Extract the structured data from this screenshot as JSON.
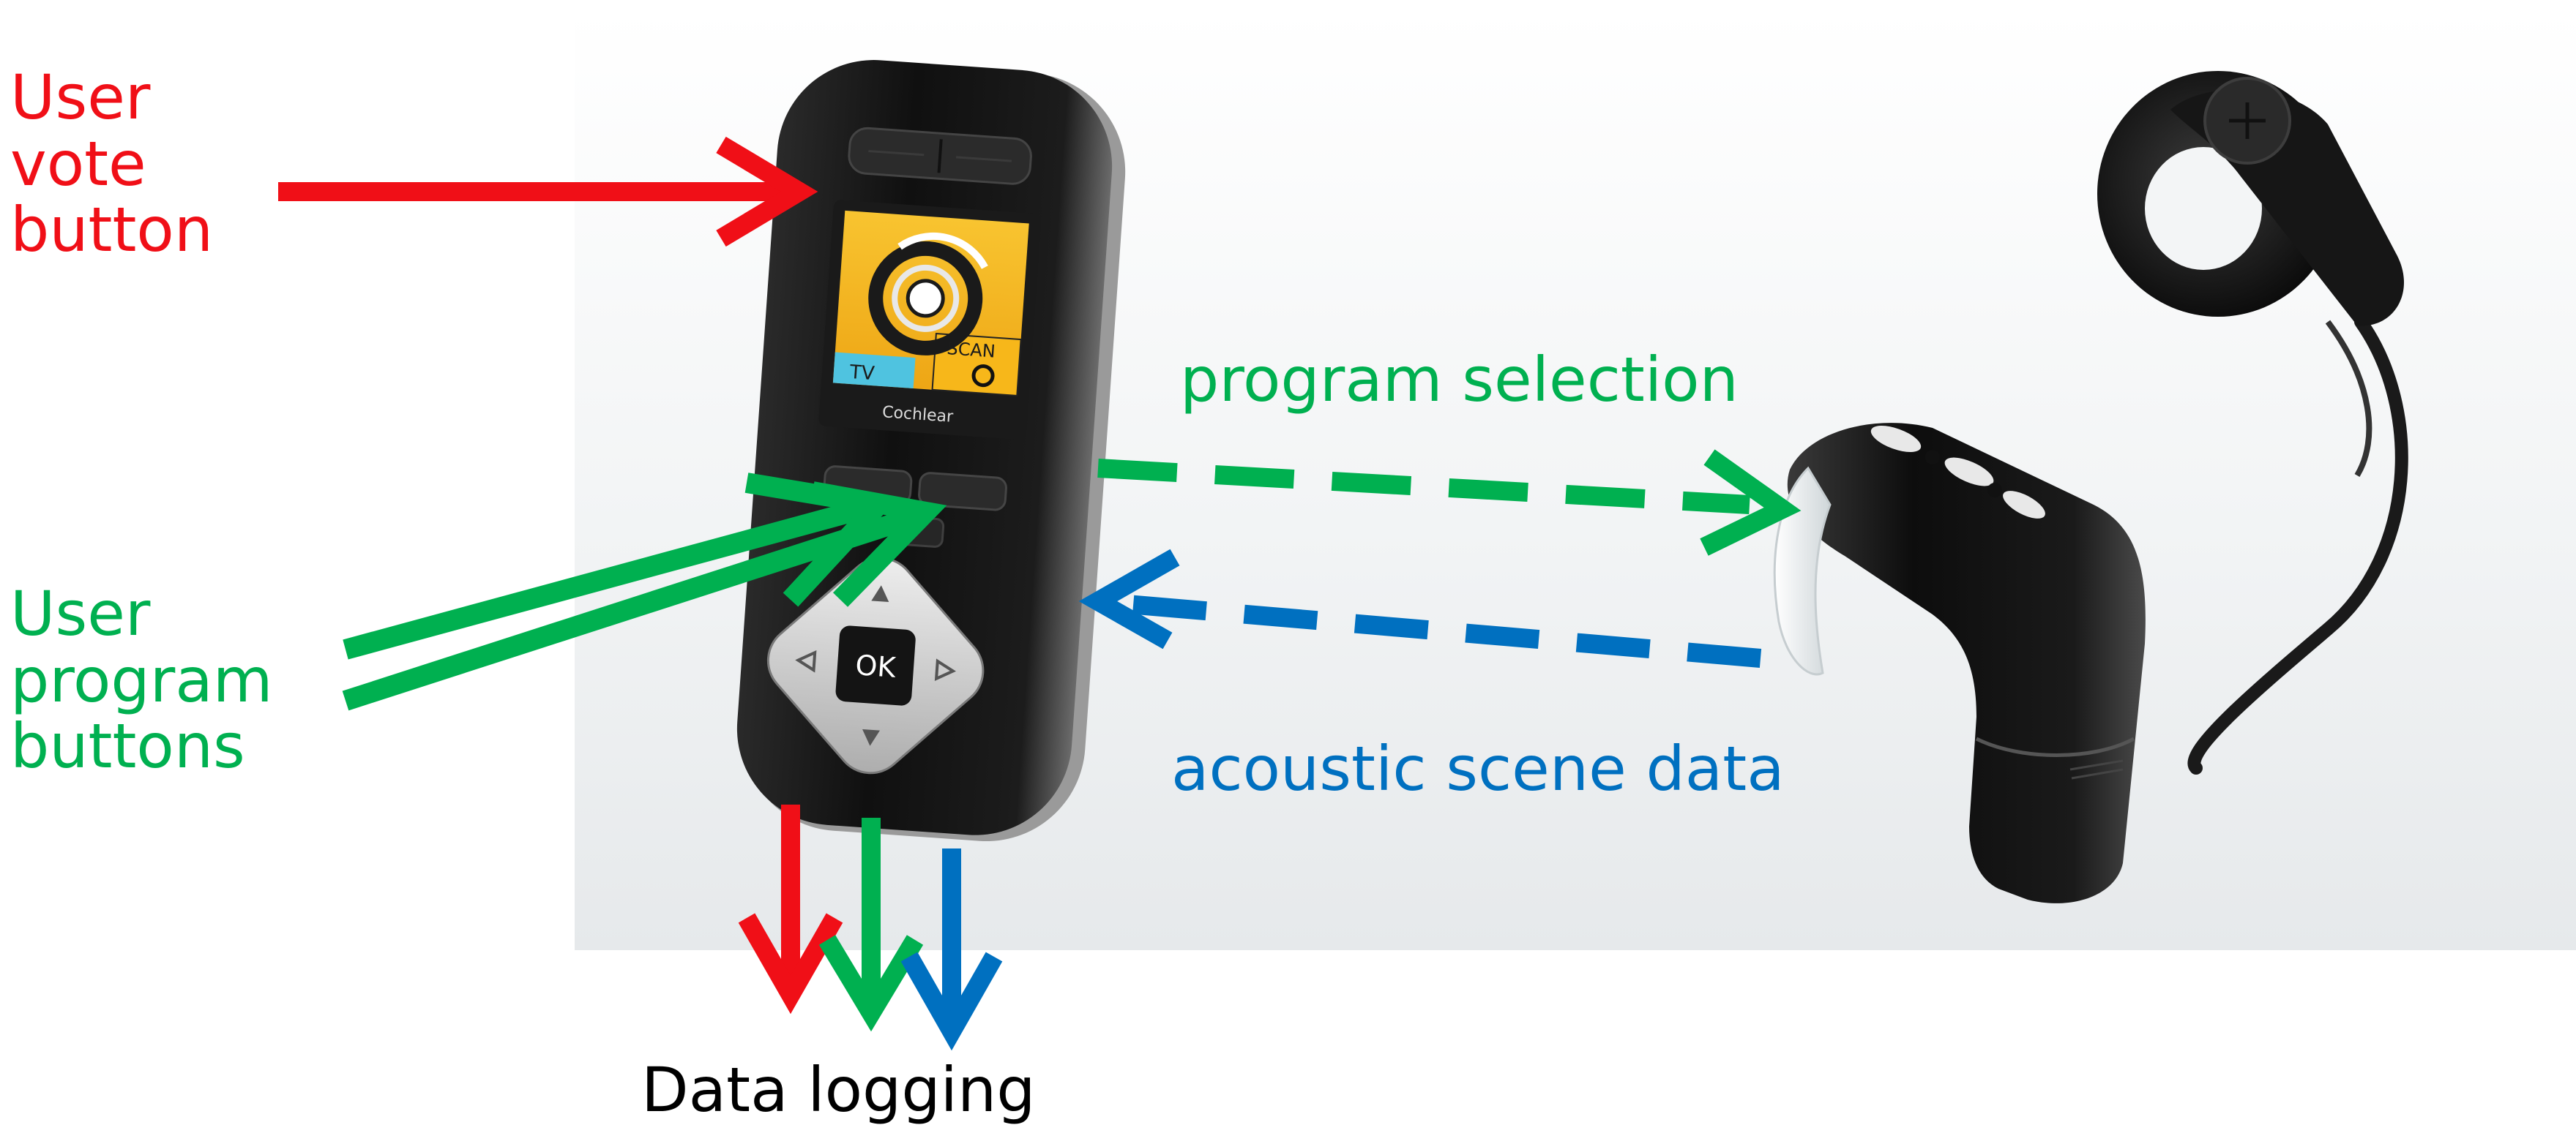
{
  "labels": {
    "vote": [
      "User",
      "vote",
      "button"
    ],
    "program_buttons": [
      "User",
      "program",
      "buttons"
    ],
    "program_selection": "program selection",
    "acoustic_scene": "acoustic scene data",
    "data_logging": "Data logging"
  },
  "remote": {
    "screen_tv": "TV",
    "screen_scan": "SCAN",
    "brand": "Cochlear",
    "ok_label": "OK"
  },
  "colors": {
    "vote": "#f00f17",
    "program": "#00b050",
    "acoustic": "#0070c0",
    "device_body": "#141414",
    "screen_bg": "#f5b81c",
    "screen_tv_bg": "#4fc3e0"
  },
  "icons": {
    "vote_arrow": "arrow-right-icon",
    "program_arrows": "double-arrow-icon",
    "selection_arrow": "dashed-arrow-right-icon",
    "acoustic_arrow": "dashed-arrow-left-icon",
    "logging_arrows": "arrow-down-icon"
  }
}
